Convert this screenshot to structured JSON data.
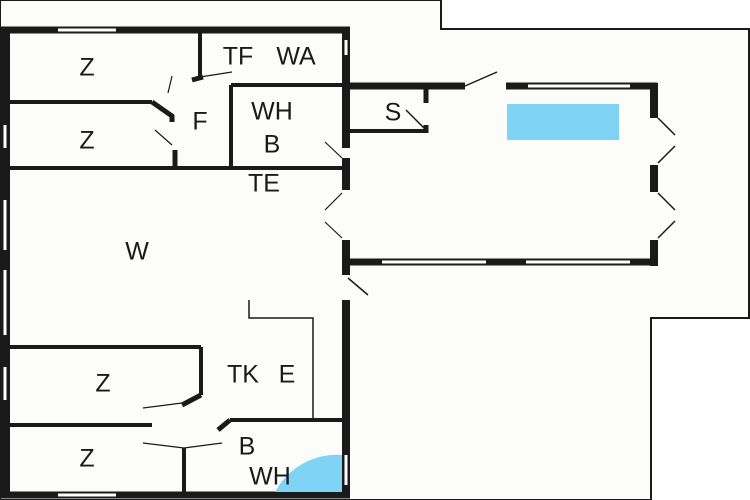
{
  "plan": {
    "colors": {
      "wall": "#1a1a1a",
      "floor": "#fcfcfa",
      "water": "#7fd3f4"
    },
    "rooms": [
      {
        "id": "z1",
        "label": "Z"
      },
      {
        "id": "z2",
        "label": "Z"
      },
      {
        "id": "tf",
        "label": "TF"
      },
      {
        "id": "wa",
        "label": "WA"
      },
      {
        "id": "f",
        "label": "F"
      },
      {
        "id": "wh1",
        "label": "WH"
      },
      {
        "id": "b1",
        "label": "B"
      },
      {
        "id": "te",
        "label": "TE"
      },
      {
        "id": "s",
        "label": "S"
      },
      {
        "id": "w",
        "label": "W"
      },
      {
        "id": "tk",
        "label": "TK"
      },
      {
        "id": "e",
        "label": "E"
      },
      {
        "id": "z3",
        "label": "Z"
      },
      {
        "id": "z4",
        "label": "Z"
      },
      {
        "id": "b2",
        "label": "B"
      },
      {
        "id": "wh2",
        "label": "WH"
      }
    ]
  }
}
